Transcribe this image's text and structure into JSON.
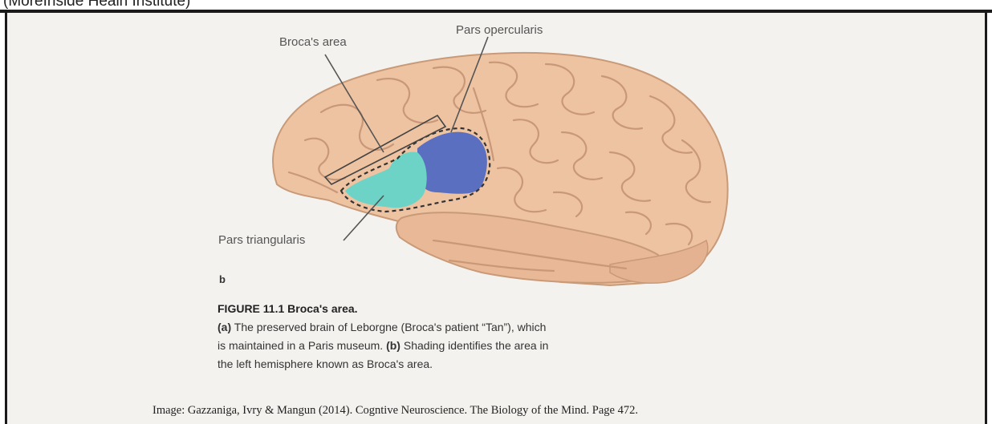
{
  "header": {
    "visible_text": "(MoreInside Healh Institute)"
  },
  "figure": {
    "labels": {
      "brocas_area": "Broca's area",
      "pars_opercularis": "Pars opercularis",
      "pars_triangularis": "Pars triangularis"
    },
    "panel_letter": "b",
    "colors": {
      "brain": "#eec3a2",
      "pars_opercularis": "#5b6fc0",
      "pars_triangularis": "#6cd3c6"
    }
  },
  "caption": {
    "title": "FIGURE 11.1 Broca's area.",
    "line1_bold": "(a)",
    "line1_text": " The preserved brain of Leborgne (Broca's patient “Tan”), which",
    "line2_text": "is maintained in a Paris museum. ",
    "line2_bold": "(b)",
    "line2_text_after": " Shading identifies the area in",
    "line3_text": "the left hemisphere known as Broca's area."
  },
  "credit": "Image: Gazzaniga, Ivry & Mangun (2014). Cogntive Neuroscience. The Biology of the Mind. Page 472."
}
